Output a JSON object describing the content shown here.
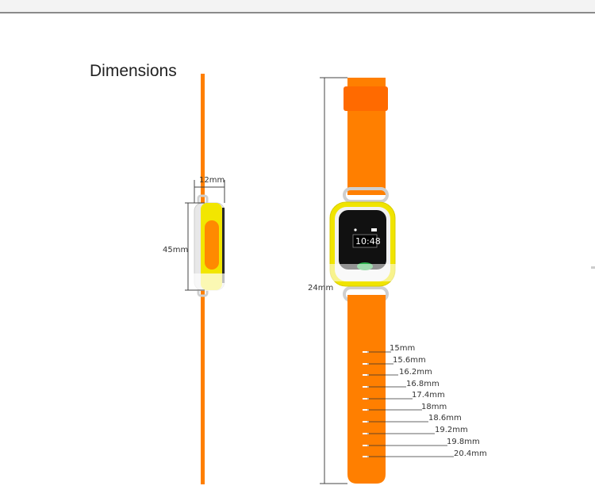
{
  "title": "Dimensions",
  "watch_screen": {
    "time": "10:48"
  },
  "side_view": {
    "width_label": "12mm",
    "height_label": "45mm"
  },
  "front_view": {
    "length_label": "24mm"
  },
  "strap_sizes": [
    "15mm",
    "15.6mm",
    "16.2mm",
    "16.8mm",
    "17.4mm",
    "18mm",
    "18.6mm",
    "19.2mm",
    "19.8mm",
    "20.4mm"
  ],
  "colors": {
    "strap": "#ff7f00",
    "bezel": "#f0e400",
    "screen": "#111111",
    "accent": "#ff8a00"
  }
}
